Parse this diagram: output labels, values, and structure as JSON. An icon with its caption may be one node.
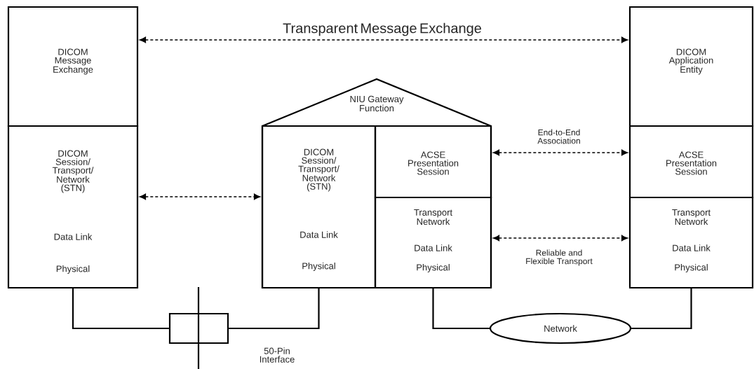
{
  "diagram": {
    "nodes": [
      {
        "text": [
          "DICOM Message Exchange"
        ]
      },
      {
        "text": [
          "DICOM Session/ Transport/ Network (STN)",
          "Data Link",
          "Physical"
        ]
      },
      {
        "text": [
          "NIU Gateway Function"
        ]
      },
      {
        "text": [
          "DICOM Session/ Transport/ Network (STN)",
          "Data Link",
          "Physical"
        ],
        "in": 2
      },
      {
        "text": [
          "ACSE Presentation Session"
        ],
        "in": 2
      },
      {
        "text": [
          "Transport Network",
          "Data Link",
          "Physical"
        ],
        "in": 2
      },
      {
        "text": [
          "DICOM Application Entity"
        ]
      },
      {
        "text": [
          "ACSE Presentation Session"
        ]
      },
      {
        "text": [
          "Transport Network",
          "Data Link",
          "Physical"
        ]
      },
      {
        "text": [],
        "shape": "box",
        "beside": [
          "50-Pin Interface"
        ]
      },
      {
        "text": [
          "Network"
        ]
      }
    ],
    "edges": [
      {
        "from": 0,
        "to": 6,
        "arrow": "both",
        "style": "dashed",
        "label": "Transparent Message Exchange"
      },
      {
        "from": 1,
        "to": 3,
        "arrow": "both",
        "style": "dashed"
      },
      {
        "from": 4,
        "to": 7,
        "arrow": "both",
        "style": "dashed",
        "label": "End-to-End Association"
      },
      {
        "from": 5,
        "to": 8,
        "arrow": "both",
        "style": "dashed",
        "label": "Reliable and Flexible Transport"
      },
      {
        "from": 1,
        "to": 9,
        "arrow": "none"
      },
      {
        "from": 9,
        "to": 3,
        "arrow": "none"
      },
      {
        "from": 5,
        "to": 10,
        "arrow": "none"
      },
      {
        "from": 10,
        "to": 8,
        "arrow": "none"
      }
    ]
  }
}
